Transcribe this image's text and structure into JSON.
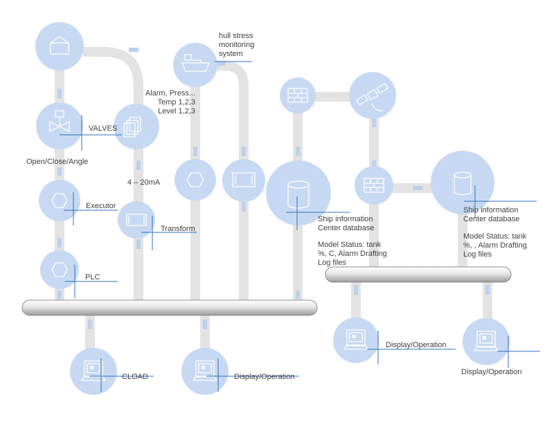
{
  "labels": {
    "hull_stress": "hull stress\nmonitoring\nsystem",
    "alarm": "Alarm, Press...\nTemp 1,2,3\nLevel 1,2,3",
    "valves": "VALVES",
    "open_close": "Open/Close/Angle",
    "current": "4 – 20mA",
    "executor": "Executor",
    "transform": "Transform",
    "plc": "PLC",
    "ship_info_1": "Ship information\nCenter database",
    "model_status_1": "Model Status: tank\n%, C, Alarm Drafting\nLog files",
    "ship_info_2": "Ship information\nCenter database",
    "model_status_2": "Model Status: tank\n%, , Alarm Drafting\nLog files",
    "cload": "CLOAD",
    "display_1": "Display/Operation",
    "display_2": "Display/Operation",
    "display_3": "Display/Operation"
  },
  "colors": {
    "node": "#c7d9f2",
    "pipe": "#e3e3e3",
    "callout": "#2f6fc0",
    "text": "#404040"
  },
  "icons": [
    "tank-icon",
    "valve-icon",
    "document-stack-icon",
    "ship-icon",
    "hexagon-icon",
    "transformer-icon",
    "database-icon",
    "firewall-icon",
    "satellite-icon",
    "computer-icon"
  ]
}
